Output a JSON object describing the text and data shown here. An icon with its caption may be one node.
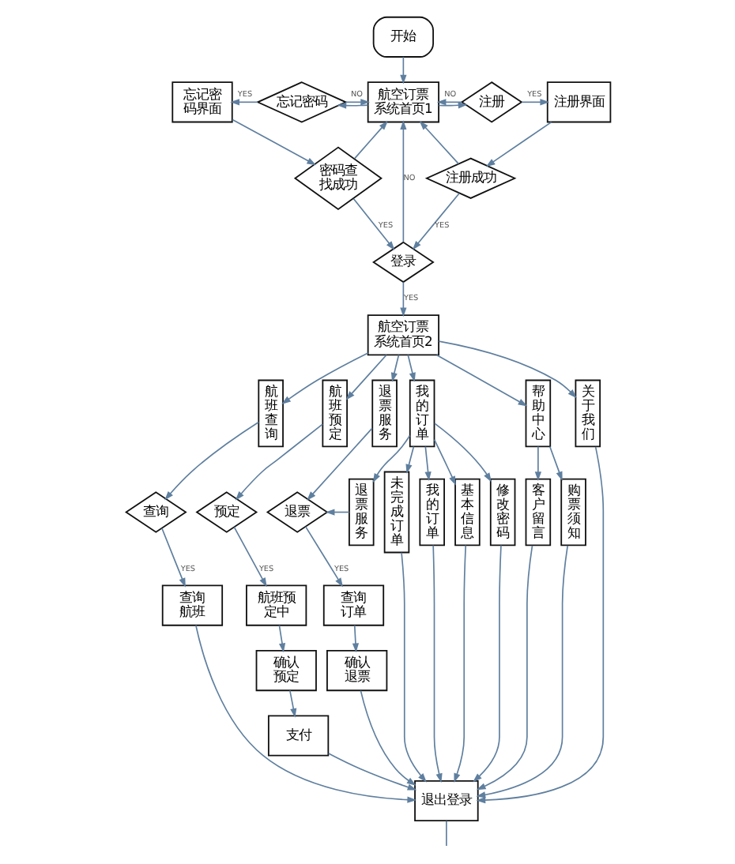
{
  "diagram": {
    "nodes": [
      {
        "text": [
          "开始"
        ]
      },
      {
        "text": [
          "忘记密码界面"
        ]
      },
      {
        "text": [
          "忘记密码"
        ]
      },
      {
        "text": [
          "航空订票系统首页1"
        ]
      },
      {
        "text": [
          "注册"
        ]
      },
      {
        "text": [
          "注册界面"
        ]
      },
      {
        "text": [
          "密码查找成功"
        ]
      },
      {
        "text": [
          "登录"
        ]
      },
      {
        "text": [
          "注册成功"
        ]
      },
      {
        "text": [
          "航空订票系统首页2"
        ]
      },
      {
        "text": [
          "航班查询"
        ]
      },
      {
        "text": [
          "航班预定"
        ]
      },
      {
        "text": [
          "退票服务"
        ]
      },
      {
        "text": [
          "我的订单"
        ]
      },
      {
        "text": [
          "帮助中心"
        ]
      },
      {
        "text": [
          "关于我们"
        ]
      },
      {
        "text": [
          "查询"
        ]
      },
      {
        "text": [
          "预定"
        ]
      },
      {
        "text": [
          "退票"
        ]
      },
      {
        "text": [
          "退票服务"
        ]
      },
      {
        "text": [
          "未完成订单"
        ]
      },
      {
        "text": [
          "我的订单"
        ]
      },
      {
        "text": [
          "基本信息"
        ]
      },
      {
        "text": [
          "修改密码"
        ]
      },
      {
        "text": [
          "客户留言"
        ]
      },
      {
        "text": [
          "购票须知"
        ]
      },
      {
        "text": [
          "查询航班"
        ]
      },
      {
        "text": [
          "航班预定中"
        ]
      },
      {
        "text": [
          "查询订单"
        ]
      },
      {
        "text": [
          "确认预定"
        ]
      },
      {
        "text": [
          "确认退票"
        ]
      },
      {
        "text": [
          "支付"
        ]
      },
      {
        "text": [
          "退出登录"
        ]
      }
    ],
    "edges": [
      {
        "from": 0,
        "to": 3,
        "arrow": "to"
      },
      {
        "from": 1,
        "to": 6,
        "arrow": "to"
      },
      {
        "from": 2,
        "to": 1,
        "arrow": "to",
        "label": "YES"
      },
      {
        "from": 2,
        "to": 3,
        "arrow": "to",
        "label": "NO"
      },
      {
        "from": 3,
        "to": 2,
        "arrow": "to"
      },
      {
        "from": 3,
        "to": 4,
        "arrow": "to"
      },
      {
        "from": 4,
        "to": 5,
        "arrow": "to",
        "label": "YES"
      },
      {
        "from": 4,
        "to": 3,
        "arrow": "to",
        "label": "NO"
      },
      {
        "from": 5,
        "to": 8,
        "arrow": "to"
      },
      {
        "from": 6,
        "to": 7,
        "arrow": "to",
        "label": "YES"
      },
      {
        "from": 6,
        "to": 3,
        "arrow": "to"
      },
      {
        "from": 7,
        "to": 3,
        "arrow": "to",
        "label": "NO"
      },
      {
        "from": 7,
        "to": 9,
        "arrow": "to",
        "label": "YES"
      },
      {
        "from": 8,
        "to": 7,
        "arrow": "to",
        "label": "YES"
      },
      {
        "from": 8,
        "to": 3,
        "arrow": "to"
      },
      {
        "from": 9,
        "to": 10,
        "arrow": "to"
      },
      {
        "from": 9,
        "to": 11,
        "arrow": "to"
      },
      {
        "from": 9,
        "to": 12,
        "arrow": "to"
      },
      {
        "from": 9,
        "to": 13,
        "arrow": "to"
      },
      {
        "from": 9,
        "to": 14,
        "arrow": "to"
      },
      {
        "from": 9,
        "to": 15,
        "arrow": "to"
      },
      {
        "from": 10,
        "to": 16,
        "arrow": "to"
      },
      {
        "from": 11,
        "to": 17,
        "arrow": "to"
      },
      {
        "from": 12,
        "to": 18,
        "arrow": "to"
      },
      {
        "from": 13,
        "to": 19,
        "arrow": "to"
      },
      {
        "from": 13,
        "to": 20,
        "arrow": "to"
      },
      {
        "from": 13,
        "to": 21,
        "arrow": "to"
      },
      {
        "from": 13,
        "to": 22,
        "arrow": "to"
      },
      {
        "from": 13,
        "to": 23,
        "arrow": "to"
      },
      {
        "from": 14,
        "to": 24,
        "arrow": "to"
      },
      {
        "from": 14,
        "to": 25,
        "arrow": "to"
      },
      {
        "from": 15,
        "to": 32,
        "arrow": "to"
      },
      {
        "from": 16,
        "to": 26,
        "arrow": "to",
        "label": "YES"
      },
      {
        "from": 17,
        "to": 27,
        "arrow": "to",
        "label": "YES"
      },
      {
        "from": 18,
        "to": 28,
        "arrow": "to",
        "label": "YES"
      },
      {
        "from": 19,
        "to": 18,
        "arrow": "to"
      },
      {
        "from": 20,
        "to": 32,
        "arrow": "to"
      },
      {
        "from": 21,
        "to": 32,
        "arrow": "to"
      },
      {
        "from": 22,
        "to": 32,
        "arrow": "to"
      },
      {
        "from": 23,
        "to": 32,
        "arrow": "to"
      },
      {
        "from": 24,
        "to": 32,
        "arrow": "to"
      },
      {
        "from": 25,
        "to": 32,
        "arrow": "to"
      },
      {
        "from": 26,
        "to": 32,
        "arrow": "to"
      },
      {
        "from": 27,
        "to": 29,
        "arrow": "to"
      },
      {
        "from": 28,
        "to": 30,
        "arrow": "to"
      },
      {
        "from": 29,
        "to": 31,
        "arrow": "to"
      },
      {
        "from": 30,
        "to": 32,
        "arrow": "to"
      },
      {
        "from": 31,
        "to": 32,
        "arrow": "to"
      },
      {
        "from": 32,
        "to": null,
        "arrow": "none"
      }
    ]
  }
}
